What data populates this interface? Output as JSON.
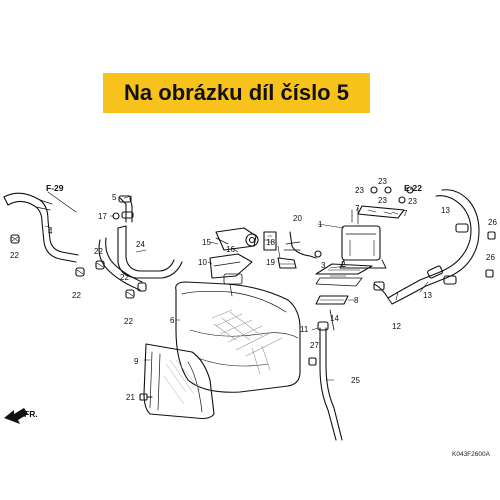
{
  "banner": {
    "text": "Na obrázku díl číslo 5"
  },
  "refs": {
    "f29": "F-29",
    "e22": "E-22",
    "fr": "FR."
  },
  "callouts": {
    "c1": "1",
    "c2": "2",
    "c3": "3",
    "c4": "4",
    "c5": "5",
    "c6": "6",
    "c7a": "7",
    "c7b": "7",
    "c8": "8",
    "c9": "9",
    "c10": "10",
    "c11": "11",
    "c12": "12",
    "c13a": "13",
    "c13b": "13",
    "c14": "14",
    "c15": "15",
    "c16": "16",
    "c17": "17",
    "c18": "18",
    "c19": "19",
    "c20": "20",
    "c21": "21",
    "c22a": "22",
    "c22b": "22",
    "c22c": "22",
    "c22d": "22",
    "c22e": "22",
    "c23a": "23",
    "c23b": "23",
    "c23c": "23",
    "c23d": "23",
    "c24": "24",
    "c25": "25",
    "c26a": "26",
    "c26b": "26",
    "c27": "27"
  },
  "diagram_code": "K043F2600A"
}
